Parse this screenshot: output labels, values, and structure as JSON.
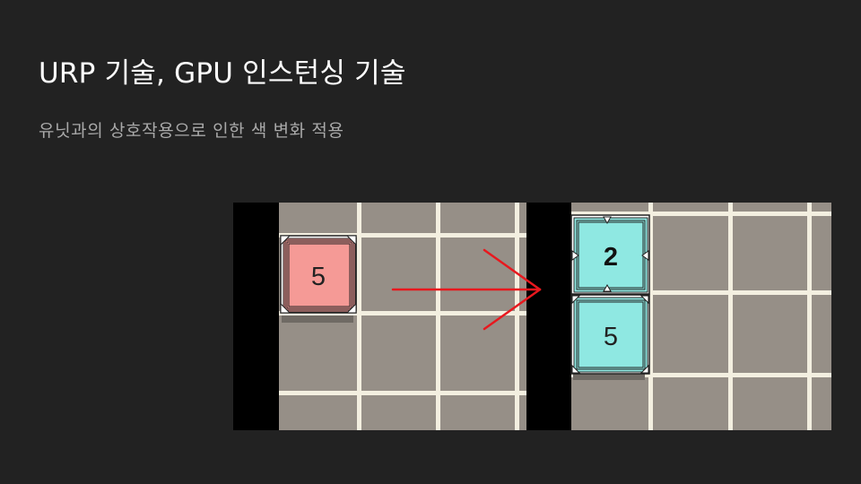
{
  "slide": {
    "title": "URP 기술, GPU 인스턴싱 기술",
    "subtitle": "유닛과의 상호작용으로 인한 색 변화 적용"
  },
  "before": {
    "unit_value": "5",
    "unit_color": "#f59a96"
  },
  "after": {
    "top_unit_value": "2",
    "bottom_unit_value": "5",
    "unit_color": "#8fe8e2"
  },
  "arrow_color": "#e8181e"
}
